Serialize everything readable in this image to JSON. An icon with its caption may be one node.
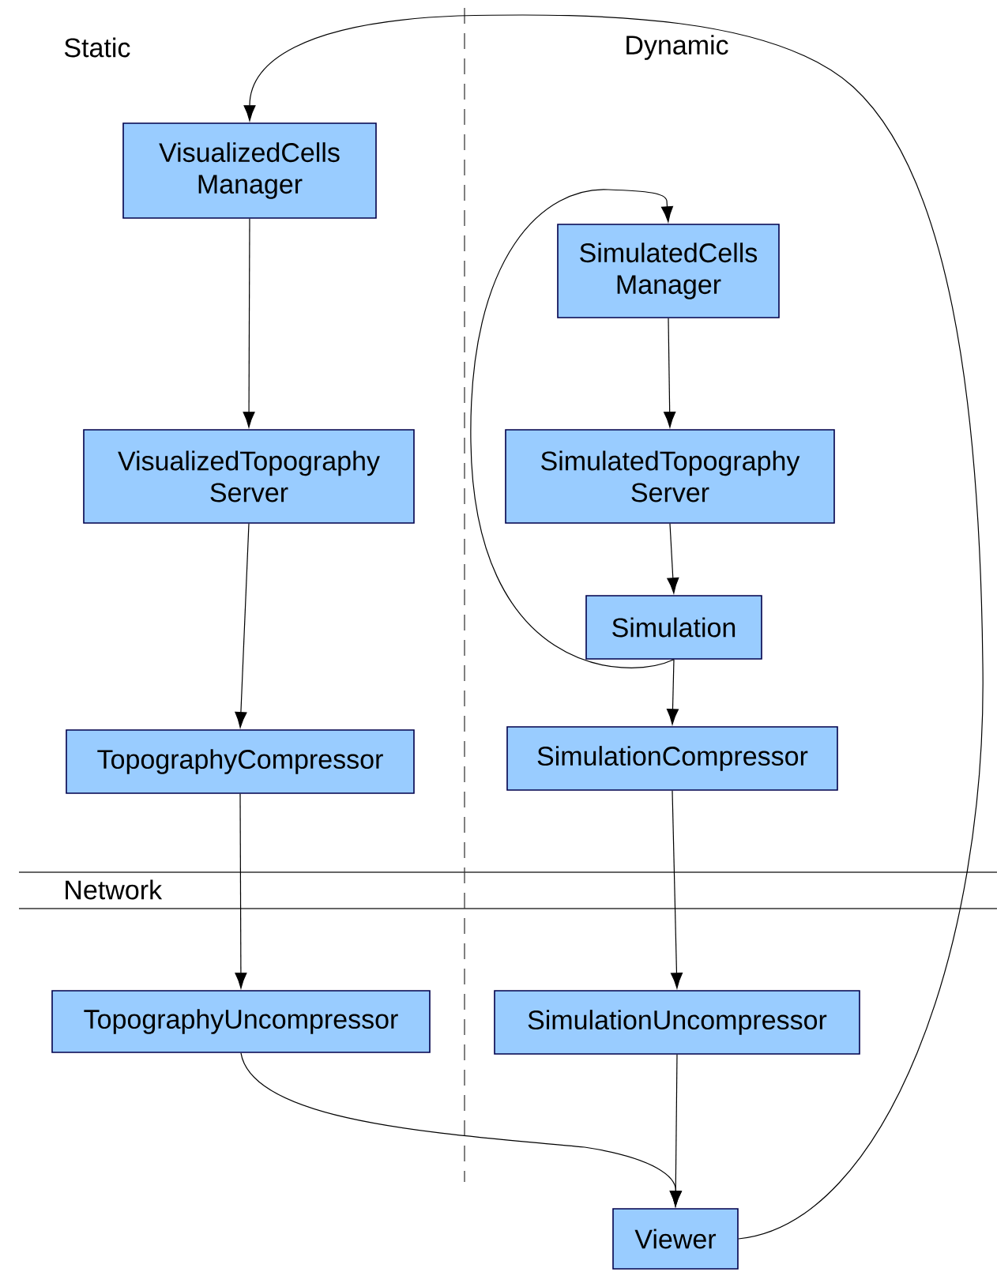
{
  "diagram": {
    "nodes": [
      {
        "text": [
          "VisualizedCells Manager"
        ]
      },
      {
        "text": [
          "VisualizedTopography Server"
        ]
      },
      {
        "text": [
          "TopographyCompressor"
        ]
      },
      {
        "text": [
          "TopographyUncompressor"
        ]
      },
      {
        "text": [
          "SimulatedCells Manager"
        ]
      },
      {
        "text": [
          "SimulatedTopography Server"
        ]
      },
      {
        "text": [
          "Simulation"
        ]
      },
      {
        "text": [
          "SimulationCompressor"
        ]
      },
      {
        "text": [
          "SimulationUncompressor"
        ]
      },
      {
        "text": [
          "Viewer"
        ]
      }
    ],
    "edges": [
      {
        "from": 0,
        "to": 1,
        "arrow": "to"
      },
      {
        "from": 1,
        "to": 2,
        "arrow": "to"
      },
      {
        "from": 2,
        "to": 3,
        "arrow": "to"
      },
      {
        "from": 3,
        "to": 9,
        "arrow": "to"
      },
      {
        "from": 4,
        "to": 5,
        "arrow": "to"
      },
      {
        "from": 5,
        "to": 6,
        "arrow": "to"
      },
      {
        "from": 6,
        "to": 7,
        "arrow": "to"
      },
      {
        "from": 6,
        "to": 4,
        "arrow": "to"
      },
      {
        "from": 7,
        "to": 8,
        "arrow": "to"
      },
      {
        "from": 8,
        "to": 9,
        "arrow": "to"
      },
      {
        "from": 9,
        "to": 0,
        "arrow": "to"
      }
    ],
    "labels": [
      "Static",
      "Dynamic",
      "Network"
    ]
  }
}
